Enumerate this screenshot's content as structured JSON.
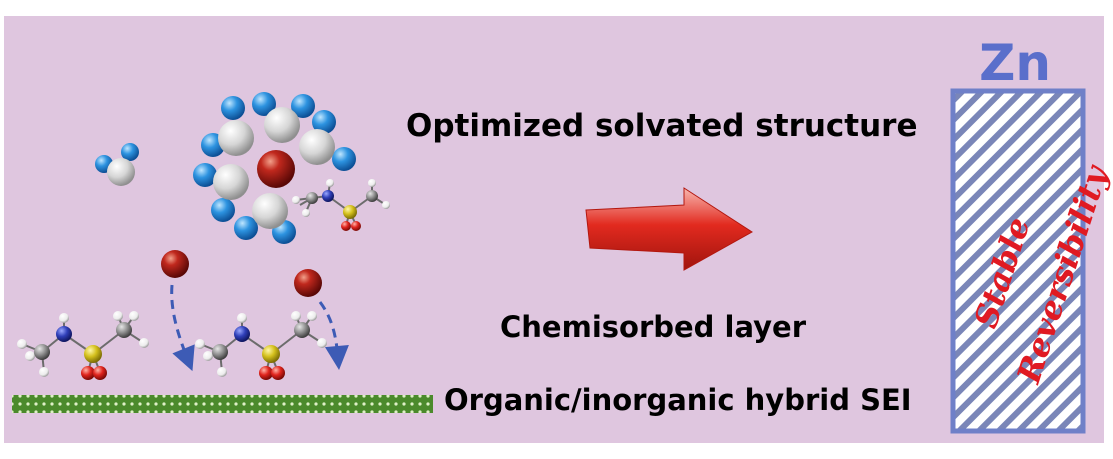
{
  "labels": {
    "solvated": "Optimized solvated structure",
    "chemisorbed": "Chemisorbed layer",
    "sei": "Organic/inorganic hybrid SEI",
    "electrode": "Zn",
    "stable": "Stable",
    "reversibility": "Reversibility"
  },
  "colors": {
    "background": "#dfc6df",
    "electrode_border": "#6f80c8",
    "electrode_text": "#5a6fcb",
    "vertical_text": "#e01a22",
    "arrow": "#e0261d",
    "substrate": "#4b8a2c",
    "zn_ion": "#a3120c",
    "water_o": "#c9c9c9",
    "water_h": "#2c8fdc",
    "sulfur": "#d6c21a",
    "oxygen": "#e0241d",
    "nitrogen": "#2f3fb8",
    "carbon": "#8a8a8a",
    "hydrogen": "#f2f2f2",
    "flow_arrow": "#3d5bb5"
  }
}
